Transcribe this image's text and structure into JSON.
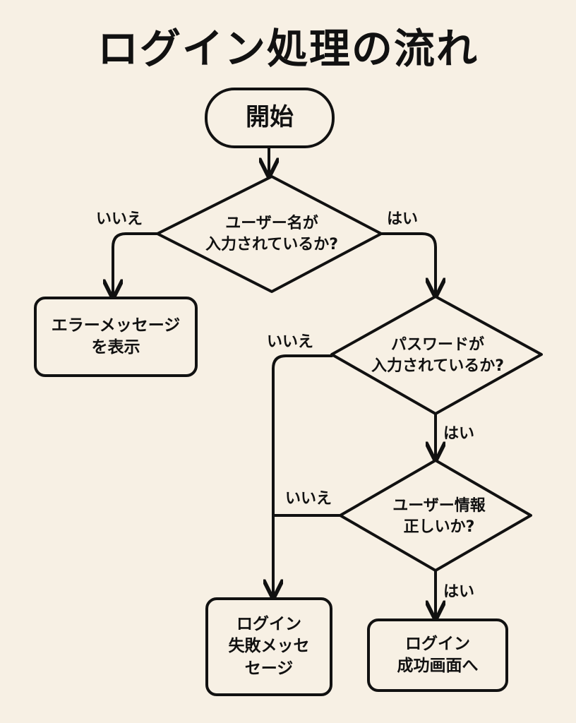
{
  "title": "ログイン処理の流れ",
  "nodes": {
    "start": {
      "text": "開始"
    },
    "check_username": {
      "line1": "ユーザー名が",
      "line2": "入力されているか?"
    },
    "error_message": {
      "line1": "エラーメッセージ",
      "line2": "を表示"
    },
    "check_password": {
      "line1": "パスワードが",
      "line2": "入力されているか?"
    },
    "check_userinfo": {
      "line1": "ユーザー情報",
      "line2": "正しいか?"
    },
    "login_failure": {
      "line1": "ログイン",
      "line2": "失敗メッセ",
      "line3": "セージ"
    },
    "login_success": {
      "line1": "ログイン",
      "line2": "成功画面へ"
    }
  },
  "edge_labels": {
    "username_no": "いいえ",
    "username_yes": "はい",
    "password_no": "いいえ",
    "password_yes": "はい",
    "userinfo_no": "いいえ",
    "userinfo_yes": "はい"
  }
}
